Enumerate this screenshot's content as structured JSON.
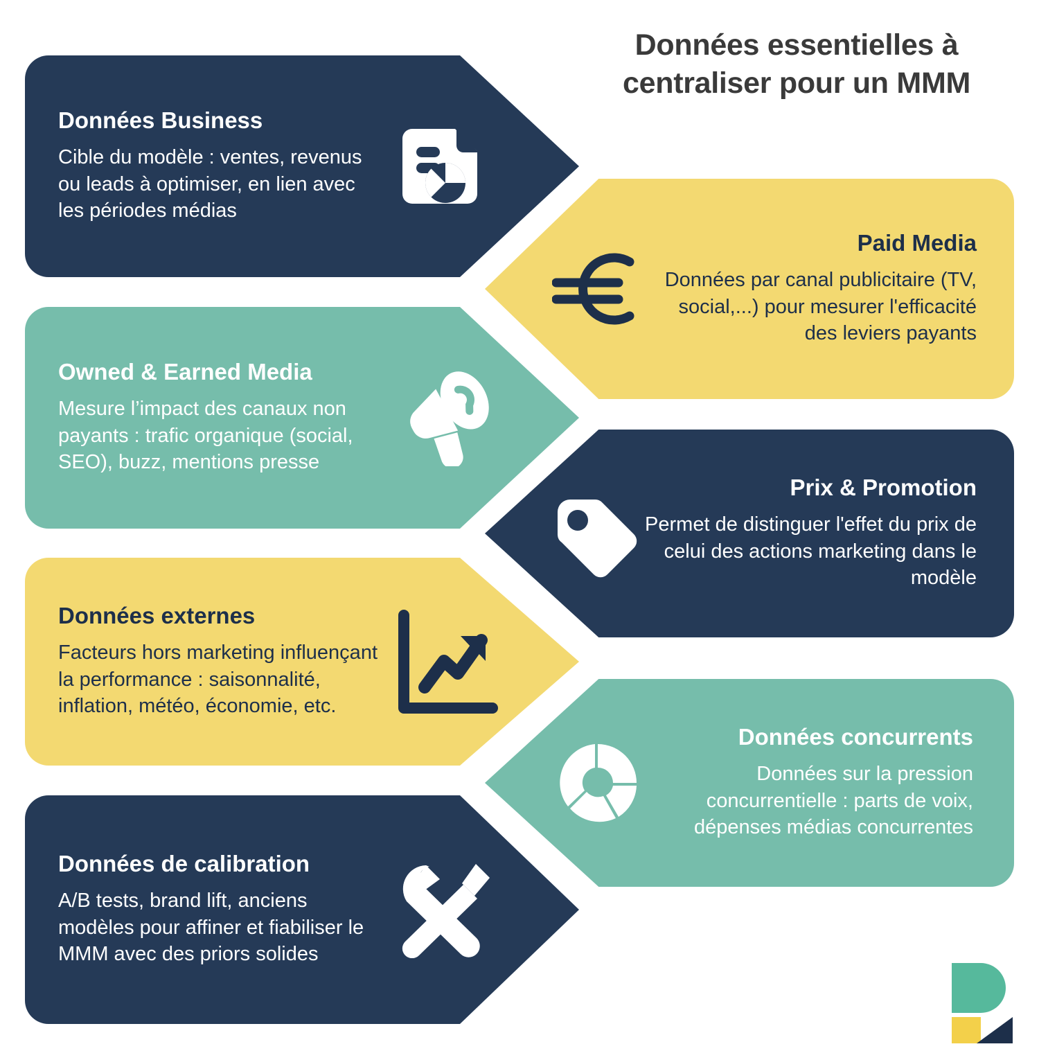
{
  "title": "Données essentielles à\ncentraliser pour un MMM",
  "title_line1": "Données essentielles à",
  "title_line2": "centraliser pour un MMM",
  "colors": {
    "navy": "#253a57",
    "teal": "#76bdab",
    "gold": "#f3d971",
    "background": "#ffffff",
    "title_text": "#3a3a3a",
    "light_text": "#ffffff",
    "dark_text": "#1d2f4a"
  },
  "cards": [
    {
      "id": "donnees-business",
      "side": "left",
      "color": "navy",
      "title": "Données Business",
      "description": "Cible du modèle : ventes, revenus ou leads à optimiser, en lien avec les périodes médias",
      "icon": "document-chart-icon"
    },
    {
      "id": "paid-media",
      "side": "right",
      "color": "gold",
      "title": "Paid Media",
      "description": "Données par canal publicitaire (TV, social,...) pour mesurer l'efficacité des leviers payants",
      "icon": "euro-icon"
    },
    {
      "id": "owned-earned-media",
      "side": "left",
      "color": "teal",
      "title": "Owned & Earned Media",
      "description": "Mesure l’impact des canaux non payants : trafic organique (social, SEO), buzz, mentions presse",
      "icon": "megaphone-icon"
    },
    {
      "id": "prix-promotion",
      "side": "right",
      "color": "navy",
      "title": "Prix & Promotion",
      "description": "Permet de distinguer l'effet du prix de celui des actions marketing dans le modèle",
      "icon": "price-tag-icon"
    },
    {
      "id": "donnees-externes",
      "side": "left",
      "color": "gold",
      "title": "Données externes",
      "description": "Facteurs hors marketing influençant la performance : saisonnalité, inflation, météo, économie, etc.",
      "icon": "trend-chart-icon"
    },
    {
      "id": "donnees-concurrents",
      "side": "right",
      "color": "teal",
      "title": "Données concurrents",
      "description": "Données sur la pression concurrentielle : parts de voix, dépenses médias concurrentes",
      "icon": "donut-chart-icon"
    },
    {
      "id": "donnees-calibration",
      "side": "left",
      "color": "navy",
      "title": "Données de calibration",
      "description": "A/B tests, brand lift, anciens modèles pour affiner et fiabiliser le MMM avec des priors solides",
      "icon": "wrench-screwdriver-icon"
    }
  ],
  "logo": {
    "name": "brand-logo",
    "shape_colors": [
      "#56b99c",
      "#f3d04a",
      "#1d2f4a"
    ]
  }
}
